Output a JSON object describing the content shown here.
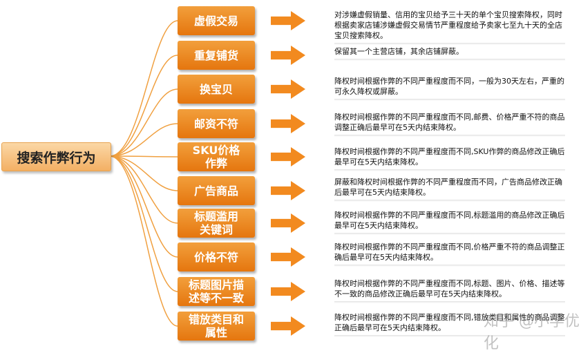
{
  "root_label": "搜索作弊行为",
  "items": [
    {
      "category": "虚假交易",
      "description": "对涉嫌虚假销量、信用的宝贝给予三十天的单个宝贝搜索降权，同时根据卖家店铺涉嫌虚假交易情节严重程度给予卖家七至九十天的全店宝贝搜索降权。"
    },
    {
      "category": "重复铺货",
      "description": "保留其一个主营店铺，其余店铺屏蔽。"
    },
    {
      "category": "换宝贝",
      "description": "降权时间根据作弊的不同严重程度而不同，一般为30天左右，严重的可永久降权或屏蔽。"
    },
    {
      "category": "邮资不符",
      "description": "降权时间根据作弊的不同严重程度而不同,邮费、价格严重不符的商品调整正确后最早可在5天内结束降权。"
    },
    {
      "category": "SKU价格\n作弊",
      "description": "降权时间根据作弊的不同严重程度而不同,SKU作弊的商品修改正确后最早可在5天内结束降权。"
    },
    {
      "category": "广告商品",
      "description": "屏蔽和降权时间根据作弊的不同严重程度而不同，广告商品修改正确后最早可在5天内结束降权。"
    },
    {
      "category": "标题滥用\n关键词",
      "description": "降权时间根据作弊的不同严重程度而不同,标题滥用的商品修改正确后最早可在5天内结束降权。"
    },
    {
      "category": "价格不符",
      "description": "降权时间根据作弊的不同严重程度而不同,价格严重不符的商品调整正确后最早可在5天内结束降权。"
    },
    {
      "category": "标题图片描\n述等不一致",
      "description": "降权时间根据作弊的不同严重程度而不同,标题、图片、价格、描述等不一致的商品修改正确后最早可在5天内结束降权。"
    },
    {
      "category": "错放类目和\n属性",
      "description": "降权时间根据作弊的不同严重程度而不同,错放类目和属性的商品调整正确后最早可在5天内结束降权。"
    }
  ],
  "watermark": "知乎 @小孚优化",
  "colors": {
    "category_fill": "#ec8a20",
    "arrow": "#f28a1f",
    "root_fill": "#f6c07e",
    "connector": "#f0a040"
  }
}
